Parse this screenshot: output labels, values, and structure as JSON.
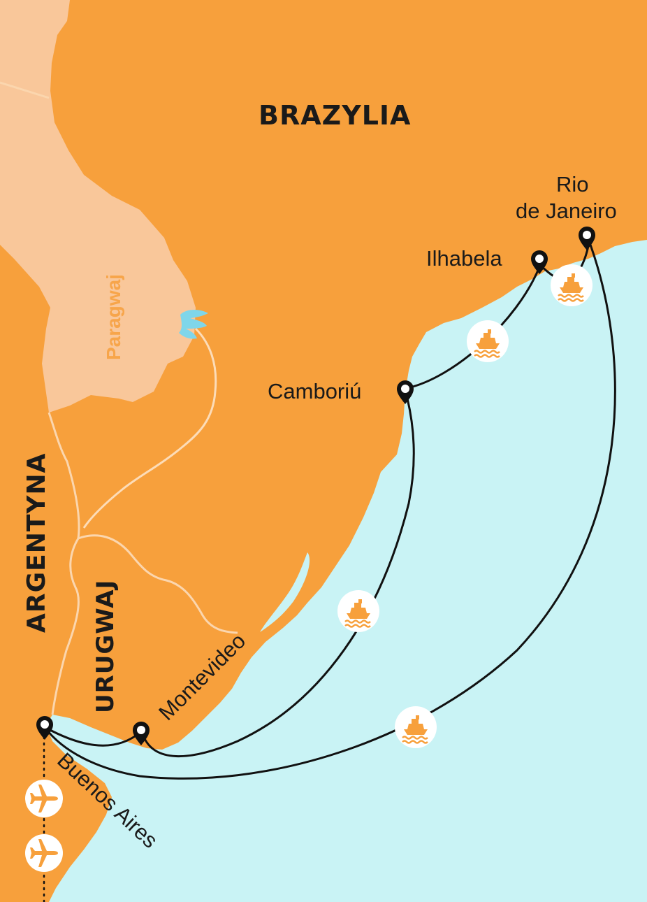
{
  "colors": {
    "sea": "#c9f3f5",
    "land": "#f7a03c",
    "paraguay": "#f9c79a",
    "border": "#fbd6ae",
    "river": "#fcdcb8",
    "lake": "#7fd6ea",
    "route": "#111111",
    "ship": "#f7a03c",
    "airplane_circle": "#ffffff"
  },
  "countries": {
    "brazil": "BRAZYLIA",
    "argentina": "ARGENTYNA",
    "uruguay": "URUGWAJ",
    "paraguay": "Paragwaj"
  },
  "cities": {
    "rio_line1": "Rio",
    "rio_line2": "de Janeiro",
    "ilhabela": "Ilhabela",
    "camboriu": "Camboriú",
    "montevideo": "Montevideo",
    "buenos_aires": "Buenos Aires"
  },
  "icons": {
    "ship": "ship-icon",
    "airplane": "airplane-icon",
    "pin": "map-pin-icon"
  }
}
